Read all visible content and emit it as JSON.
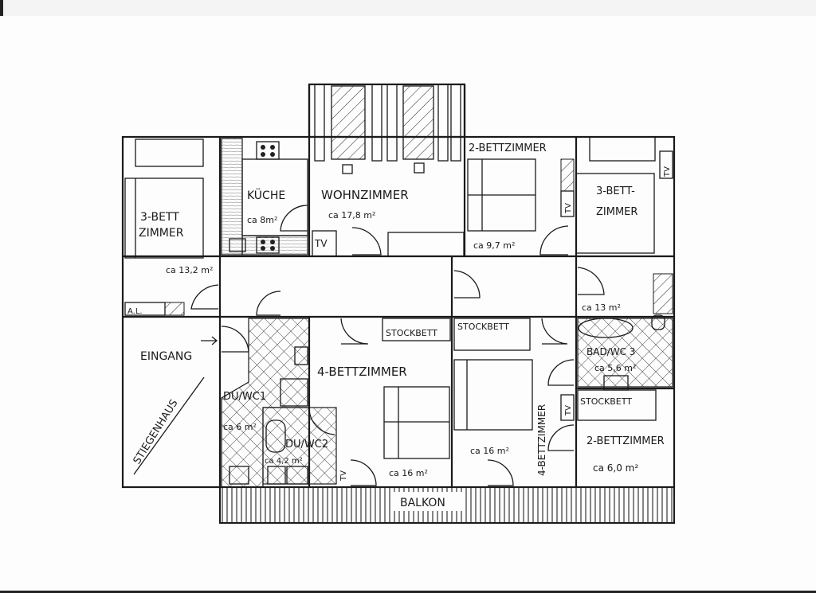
{
  "rooms": {
    "bed3_left": {
      "title_line1": "3-BETT",
      "title_line2": "ZIMMER",
      "area": "ca 13,2 m²"
    },
    "kitchen": {
      "title": "KÜCHE",
      "area": "ca 8m²"
    },
    "living": {
      "title": "WOHNZIMMER",
      "area": "ca 17,8 m²",
      "tv": "TV"
    },
    "bed2_top": {
      "title": "2-BETTZIMMER",
      "area": "ca 9,7 m²",
      "tv": "TV"
    },
    "bed3_right": {
      "title_line1": "3-BETT-",
      "title_line2": "ZIMMER",
      "area": "ca 13 m²",
      "tv": "TV"
    },
    "entrance": {
      "title": "EINGANG",
      "stairs": "STIEGENHAUS"
    },
    "shower1": {
      "title": "DU/WC1",
      "area": "ca 6 m²"
    },
    "shower2": {
      "title": "DU/WC2",
      "area": "ca 4,2 m²",
      "tv": "TV"
    },
    "bed4_left": {
      "title": "4-BETTZIMMER",
      "area": "ca 16 m²",
      "bunk": "STOCKBETT"
    },
    "bed4_right": {
      "title": "4-BETTZIMMER",
      "area": "ca 16 m²",
      "bunk": "STOCKBETT",
      "tv": "TV"
    },
    "bath3": {
      "title": "BAD/WC 3",
      "area": "ca 5,6 m²"
    },
    "bed2_bottom": {
      "title": "2-BETTZIMMER",
      "area": "ca 6,0 m²",
      "bunk": "STOCKBETT"
    },
    "balcony": {
      "title": "BALKON"
    },
    "misc": {
      "al": "A.L."
    }
  }
}
